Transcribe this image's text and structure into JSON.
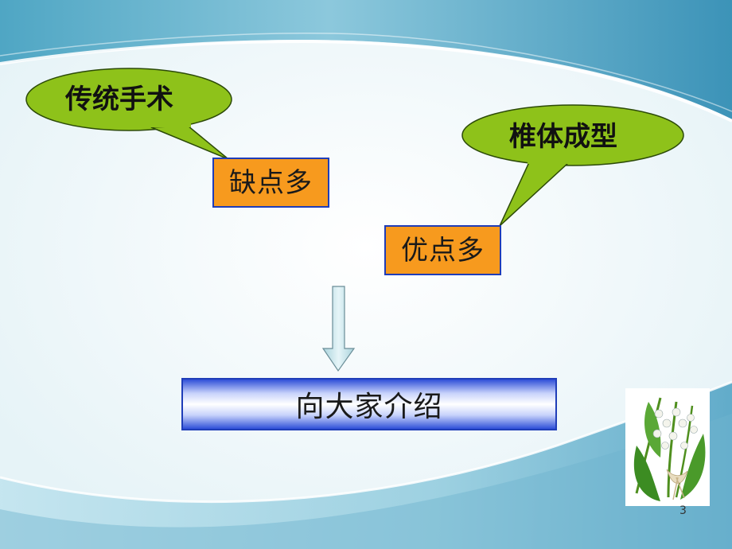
{
  "slide": {
    "page_number": "3"
  },
  "diagram": {
    "bubble_left_label": "传统手术",
    "bubble_right_label": "椎体成型",
    "box_left_label": "缺点多",
    "box_right_label": "优点多",
    "conclusion_label": "向大家介绍"
  },
  "colors": {
    "bubble_fill": "#8ec21a",
    "box_fill": "#f79a1e",
    "box_border": "#1f3db8",
    "arrow_fill": "#c9e3e8",
    "conclusion_gradient_edge": "#2f4fd8"
  },
  "icons": {
    "decoration": "flower-bouquet-icon"
  }
}
